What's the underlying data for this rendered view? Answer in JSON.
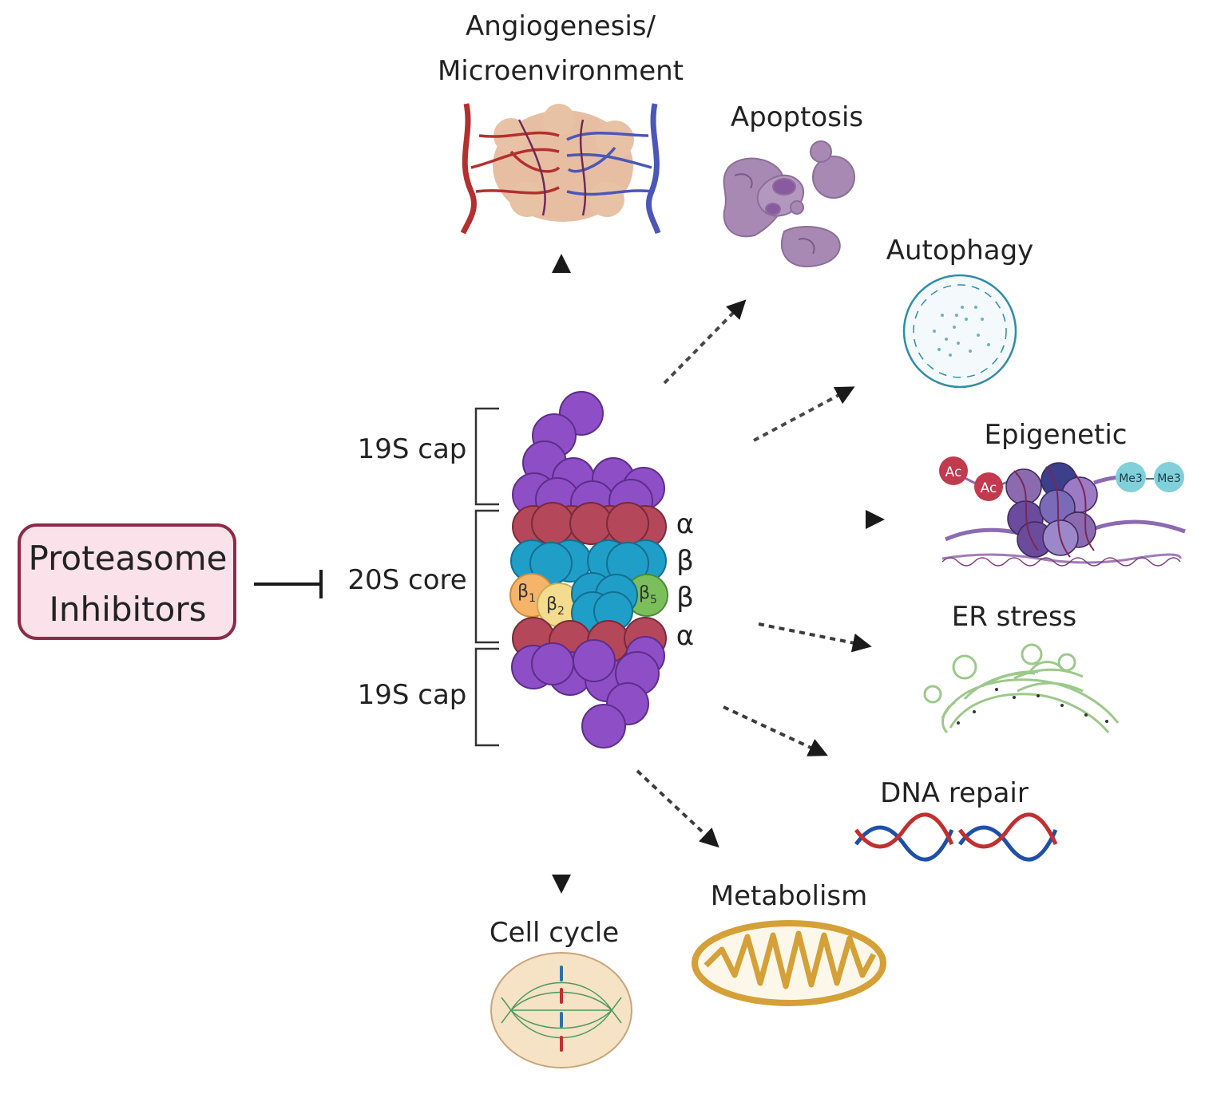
{
  "inhibitor": {
    "label_line1": "Proteasome",
    "label_line2": "Inhibitors"
  },
  "proteasome": {
    "cap_top": "19S cap",
    "core": "20S core",
    "cap_bottom": "19S cap",
    "ring_labels": [
      "α",
      "β",
      "β",
      "α"
    ],
    "subunits": {
      "b1": "β",
      "b1_sub": "1",
      "b2": "β",
      "b2_sub": "2",
      "b5": "β",
      "b5_sub": "5"
    }
  },
  "outcomes": {
    "angiogenesis_line1": "Angiogenesis/",
    "angiogenesis_line2": "Microenvironment",
    "apoptosis": "Apoptosis",
    "autophagy": "Autophagy",
    "epigenetic": "Epigenetic",
    "epigenetic_ac": "Ac",
    "epigenetic_me3": "Me3",
    "er_stress": "ER stress",
    "dna_repair": "DNA repair",
    "metabolism": "Metabolism",
    "cell_cycle": "Cell cycle"
  },
  "colors": {
    "purple": "#8e4ec6",
    "red_ring": "#b5475a",
    "blue_ring": "#1f9ec8",
    "inhibitor_fill": "#fbe1ea",
    "inhibitor_border": "#8c2b48",
    "arrow": "#1a1a1a"
  }
}
